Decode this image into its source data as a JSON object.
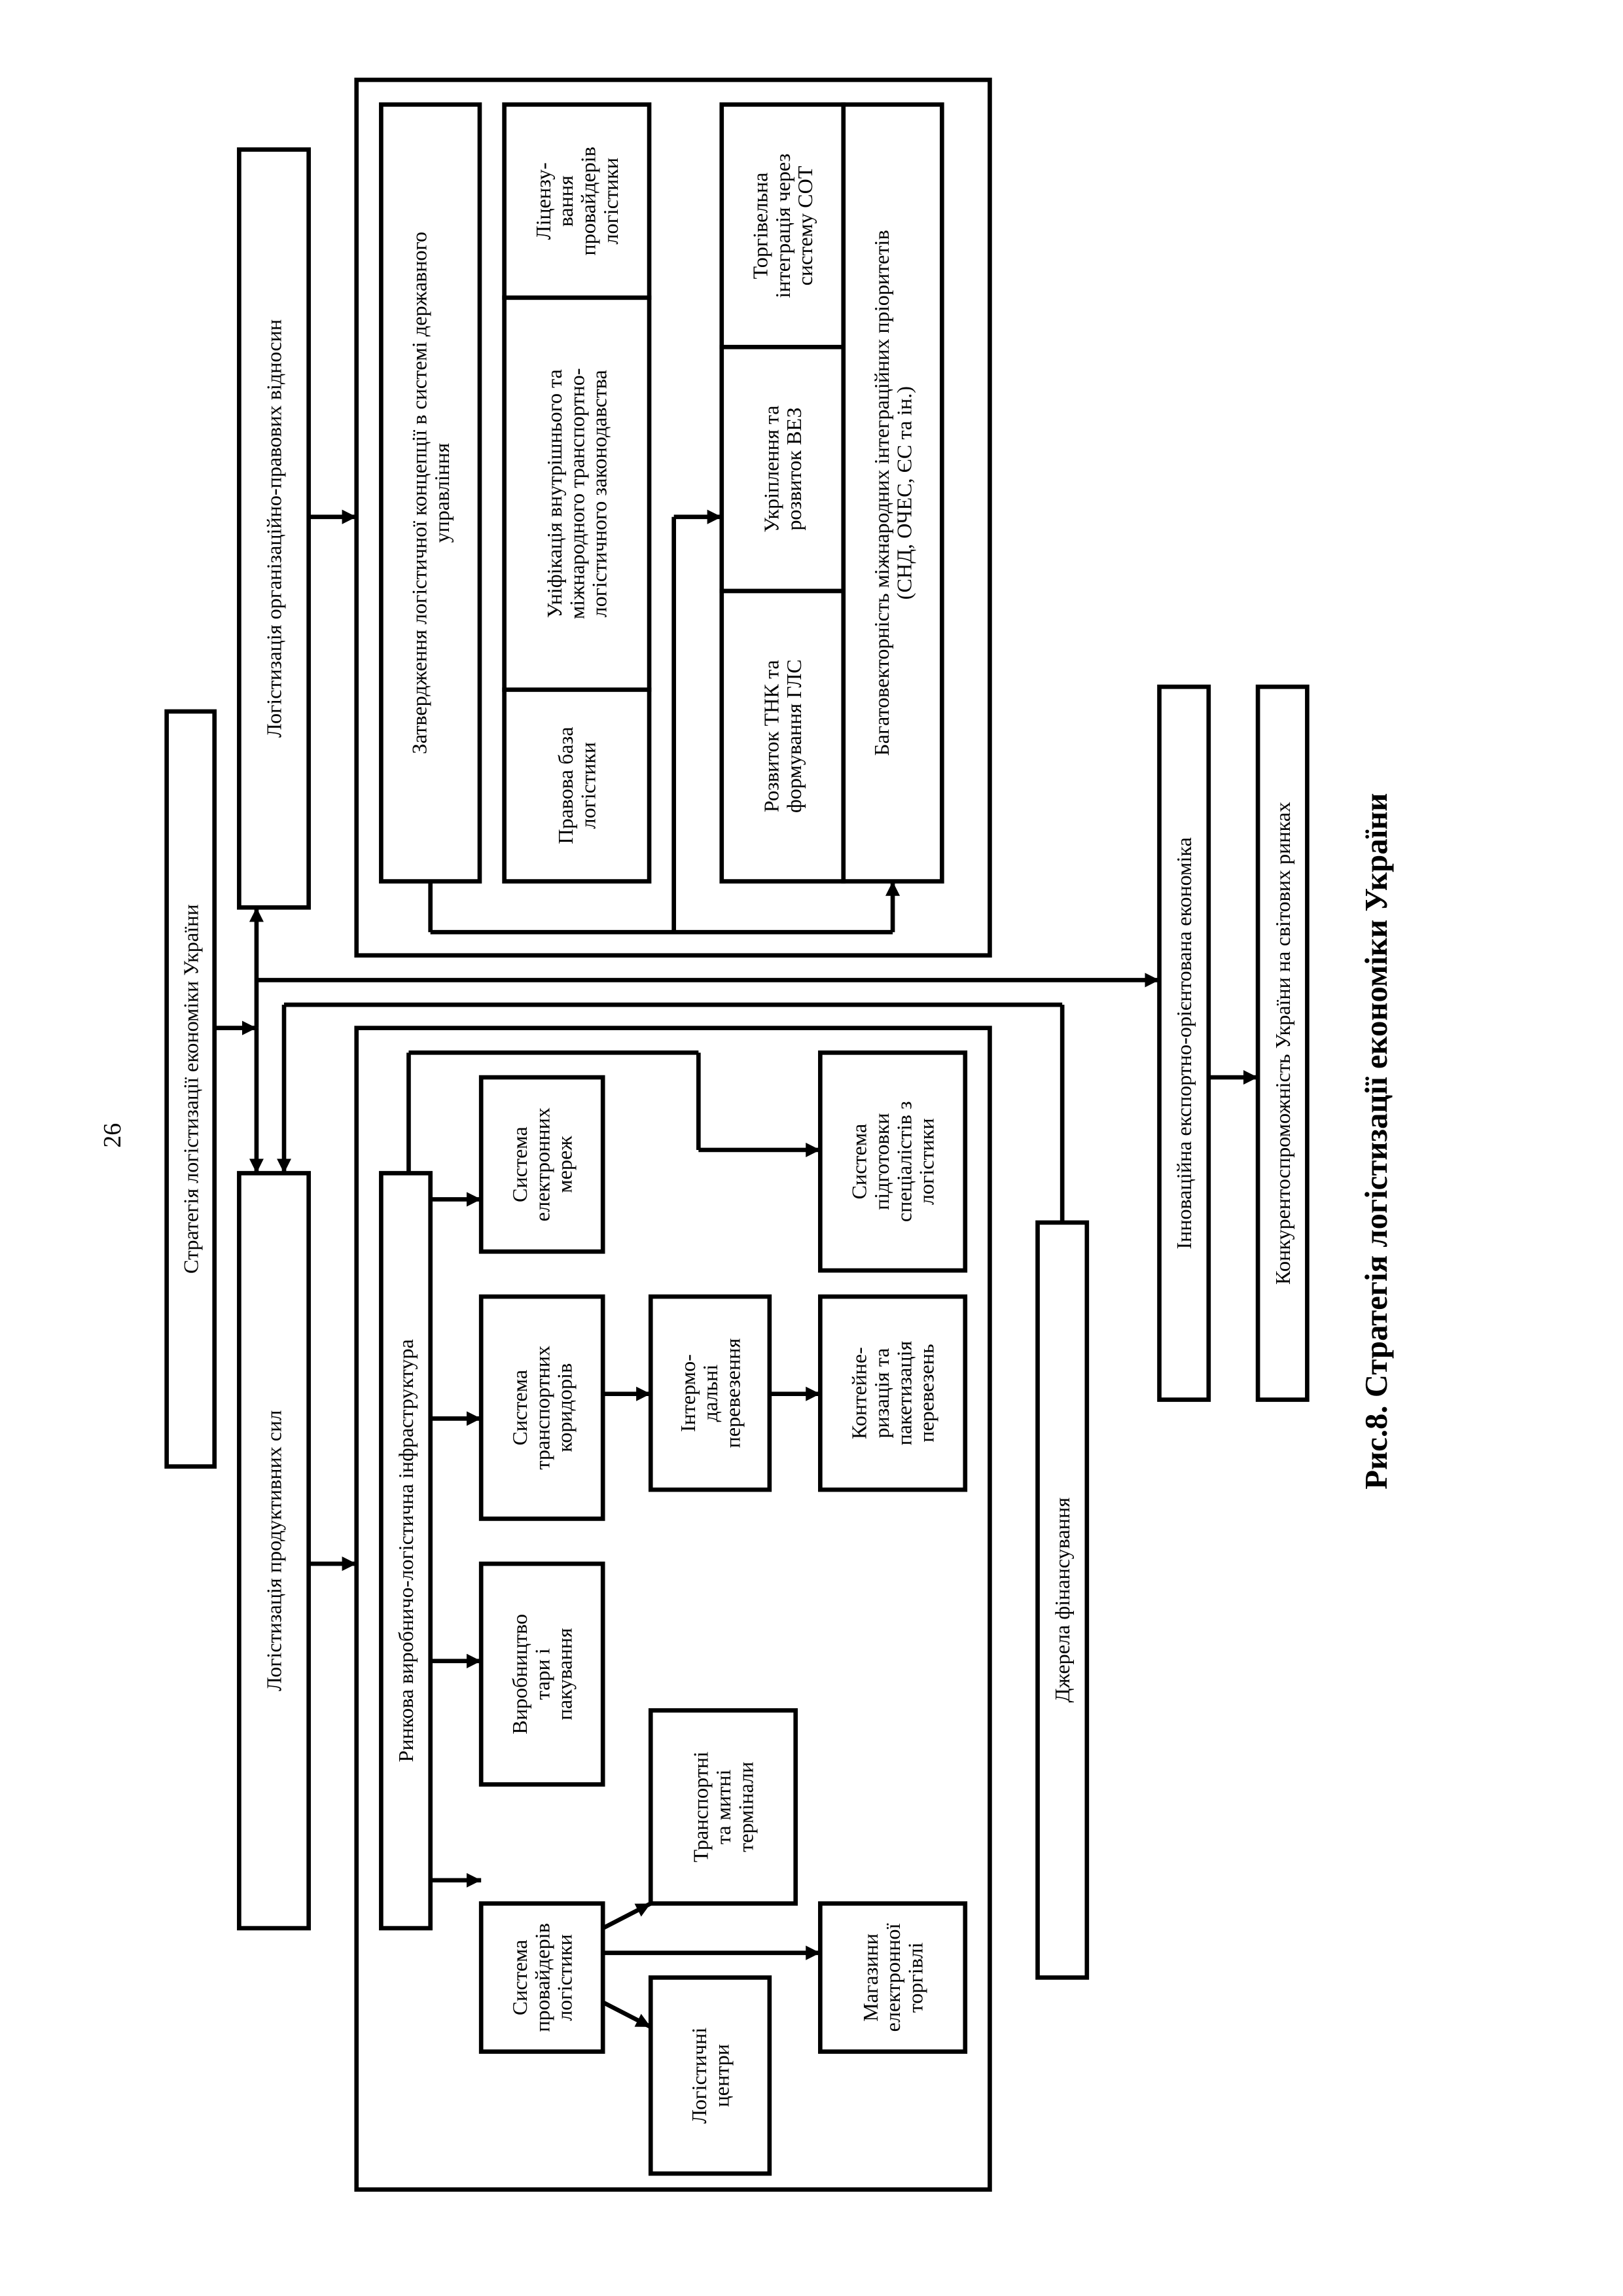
{
  "page_number": "26",
  "figure_caption": "Рис.8. Стратегія логістизації економіки України",
  "boxes": {
    "strategy": [
      "Стратегія логістизації економіки України"
    ],
    "org_legal": [
      "Логістизація організаційно-правових відносин"
    ],
    "productive_forces": [
      "Логістизація продуктивних сил"
    ],
    "concept_approval": [
      "Затвердження логістичної концепції в системі державного",
      "управління"
    ],
    "legal_base": [
      "Правова база",
      "логістики"
    ],
    "unification": [
      "Уніфікація внутрішнього та",
      "міжнародного транспортно-",
      "логістичного законодавства"
    ],
    "licensing": [
      "Ліцензу-",
      "вання",
      "провайдерів",
      "логістики"
    ],
    "tnc": [
      "Розвиток ТНК та",
      "формування  ГЛС"
    ],
    "fez": [
      "Укріплення та",
      "розвиток ВЕЗ"
    ],
    "wto": [
      "Торгівельна",
      "інтеграція через",
      "систему СОТ"
    ],
    "multivector": [
      "Багатовекторність міжнародних інтеграційних пріоритетів",
      "(СНД, ОЧЕС, ЄС та ін.)"
    ],
    "market_infra": [
      "Ринкова виробничо-логістична інфраструктура"
    ],
    "providers": [
      "Система",
      "провайдерів",
      "логістики"
    ],
    "packaging": [
      "Виробництво",
      "тари і",
      "пакування"
    ],
    "corridors": [
      "Система",
      "транспортних",
      "коридорів"
    ],
    "networks": [
      "Система",
      "електронних",
      "мереж"
    ],
    "log_centers": [
      "Логістичні",
      "центри"
    ],
    "terminals": [
      "Транспортні",
      "та митні",
      "термінали"
    ],
    "intermodal": [
      "Інтермо-",
      "дальні",
      "перевезення"
    ],
    "estores": [
      "Магазини",
      "електронної",
      "торгівлі"
    ],
    "container": [
      "Контейне-",
      "ризація та",
      "пакетизація",
      "перевезень"
    ],
    "training": [
      "Система",
      "підготовки",
      "спеціалістів з",
      "логістики"
    ],
    "financing": [
      "Джерела фінансування"
    ],
    "innovation": [
      "Інноваційна експортно-орієнтована економіка"
    ],
    "competitiveness": [
      "Конкурентоспроможність України на світових ринках"
    ]
  }
}
